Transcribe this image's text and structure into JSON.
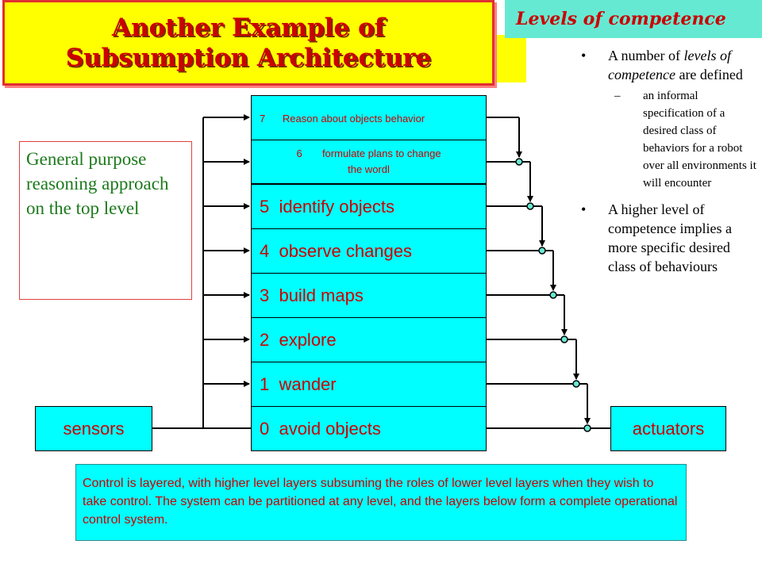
{
  "title": "Another Example of\nSubsumption Architecture",
  "levels_header": "Levels of competence",
  "bullets": [
    {
      "marker": "•",
      "text_parts": [
        {
          "text": "A number of ",
          "italic": false
        },
        {
          "text": "levels of competence",
          "italic": true
        },
        {
          "text": " are defined",
          "italic": false
        }
      ],
      "sub": {
        "marker": "–",
        "text": "an informal specification of a desired class of behaviors for a robot over all environments it will encounter"
      }
    },
    {
      "marker": "•",
      "text": "A higher level of competence implies a more specific desired class of behaviours"
    }
  ],
  "general_purpose_note": "General purpose reasoning approach on the top level",
  "layers": [
    {
      "label": "7      Reason about objects behavior"
    },
    {
      "label": "6       formulate plans to change the wordl"
    },
    {
      "label": "5  identify objects"
    },
    {
      "label": "4  observe changes"
    },
    {
      "label": "3  build maps"
    },
    {
      "label": "2  explore"
    },
    {
      "label": "1  wander"
    },
    {
      "label": "0  avoid objects"
    }
  ],
  "sensors_label": "sensors",
  "actuators_label": "actuators",
  "bottom_note": "Control is layered, with higher level layers subsuming the roles of lower level layers when they wish to take control. The system can be partitioned at any level, and the layers below form a complete operational control system.",
  "colors": {
    "title_bg": "#ffff00",
    "title_text": "#cc0000",
    "header_bg": "#66e9d2",
    "box_fill": "#00ffff",
    "box_text": "#cc0000",
    "note_text": "#1c7a1c",
    "node_fill": "#66e9d2"
  }
}
